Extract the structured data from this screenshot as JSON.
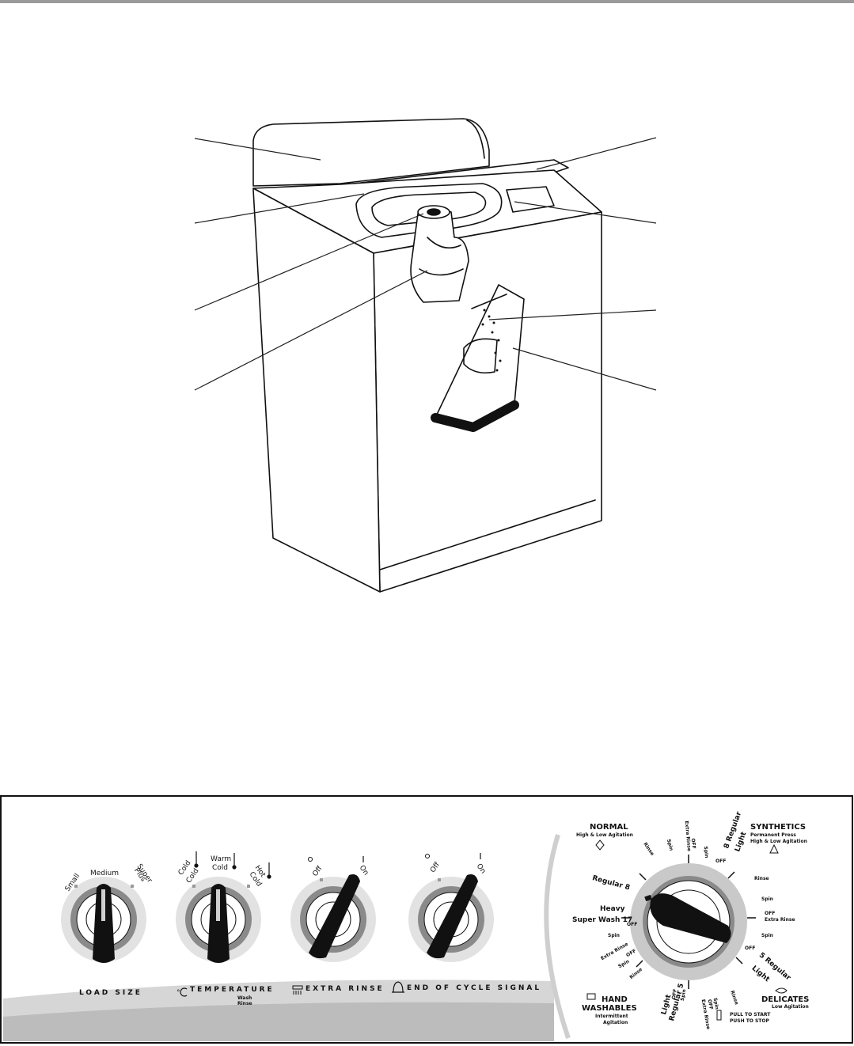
{
  "load_size": {
    "small": "Small",
    "medium": "Medium",
    "super": "Super",
    "plus": "Plus",
    "caption": "LOAD SIZE"
  },
  "temperature": {
    "cold_a": "Cold",
    "cold_b": "Cold",
    "warm_a": "Warm",
    "warm_b": "Cold",
    "hot_a": "Hot",
    "hot_b": "Cold",
    "caption": "TEMPERATURE",
    "wash": "Wash",
    "rinse": "Rinse"
  },
  "extra_rinse_knob": {
    "off": "Off",
    "on": "On",
    "caption": "EXTRA RINSE"
  },
  "end_signal_knob": {
    "off": "Off",
    "on": "On",
    "caption": "END OF CYCLE SIGNAL"
  },
  "cycle_dial": {
    "normal": {
      "title": "NORMAL",
      "sub": "High & Low Agitation"
    },
    "synthetics": {
      "title": "SYNTHETICS",
      "sub1": "Permanent Press",
      "sub2": "High & Low Agitation"
    },
    "delicates": {
      "title": "DELICATES",
      "sub": "Low Agitation"
    },
    "hand": {
      "title1": "HAND",
      "title2": "WASHABLES",
      "sub1": "Intermittent",
      "sub2": "Agitation"
    },
    "labels": {
      "rinse_top": "Rinse",
      "spin_top": "Spin",
      "extra_rinse_top": "Extra Rinse",
      "off_top": "OFF",
      "spin_top2": "Spin",
      "off_8": "OFF",
      "regular_8_right": "8 Regular",
      "light_right": "Light",
      "rinse_r": "Rinse",
      "spin_r": "Spin",
      "off_r": "OFF",
      "extra_rinse_r": "Extra Rinse",
      "spin_r2": "Spin",
      "off_5": "OFF",
      "regular_5_right": "5 Regular",
      "light_5": "Light",
      "rinse_b": "Rinse",
      "spin_b": "Spin",
      "off_b": "OFF",
      "extra_rinse_b": "Extra Rinse",
      "spin_b2": "Spin",
      "off_l5": "OFF",
      "regular_5_left": "Regular 5",
      "light_left": "Light",
      "rinse_l": "Rinse",
      "spin_l": "Spin",
      "off_l": "OFF",
      "extra_rinse_l": "Extra Rinse",
      "spin_l2": "Spin",
      "off_17": "OFF",
      "heavy": "Heavy",
      "super_wash": "Super Wash 17",
      "regular_8_left": "Regular 8"
    },
    "pull": "PULL TO START",
    "push": "PUSH TO STOP"
  }
}
